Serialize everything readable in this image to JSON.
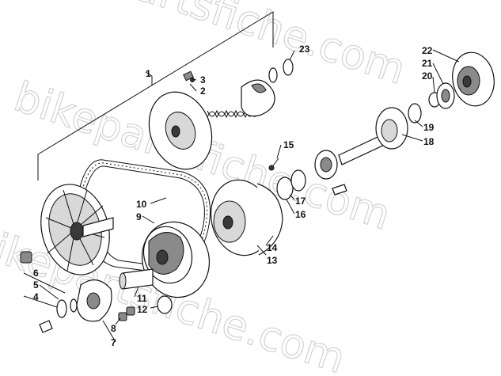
{
  "watermark": {
    "lines": [
      "bikepartsfiche.com",
      "bikepartsfiche.com",
      "bikepartsfiche.com"
    ]
  },
  "callouts": [
    {
      "id": "c1",
      "label": "1"
    },
    {
      "id": "c2",
      "label": "2"
    },
    {
      "id": "c3",
      "label": "3"
    },
    {
      "id": "c4",
      "label": "4"
    },
    {
      "id": "c5",
      "label": "5"
    },
    {
      "id": "c6",
      "label": "6"
    },
    {
      "id": "c7",
      "label": "7"
    },
    {
      "id": "c8",
      "label": "8"
    },
    {
      "id": "c9",
      "label": "9"
    },
    {
      "id": "c10",
      "label": "10"
    },
    {
      "id": "c11",
      "label": "11"
    },
    {
      "id": "c12",
      "label": "12"
    },
    {
      "id": "c13",
      "label": "13"
    },
    {
      "id": "c14",
      "label": "14"
    },
    {
      "id": "c15",
      "label": "15"
    },
    {
      "id": "c16",
      "label": "16"
    },
    {
      "id": "c17",
      "label": "17"
    },
    {
      "id": "c18",
      "label": "18"
    },
    {
      "id": "c19",
      "label": "19"
    },
    {
      "id": "c20",
      "label": "20"
    },
    {
      "id": "c21",
      "label": "21"
    },
    {
      "id": "c22",
      "label": "22"
    },
    {
      "id": "c23",
      "label": "23"
    }
  ]
}
